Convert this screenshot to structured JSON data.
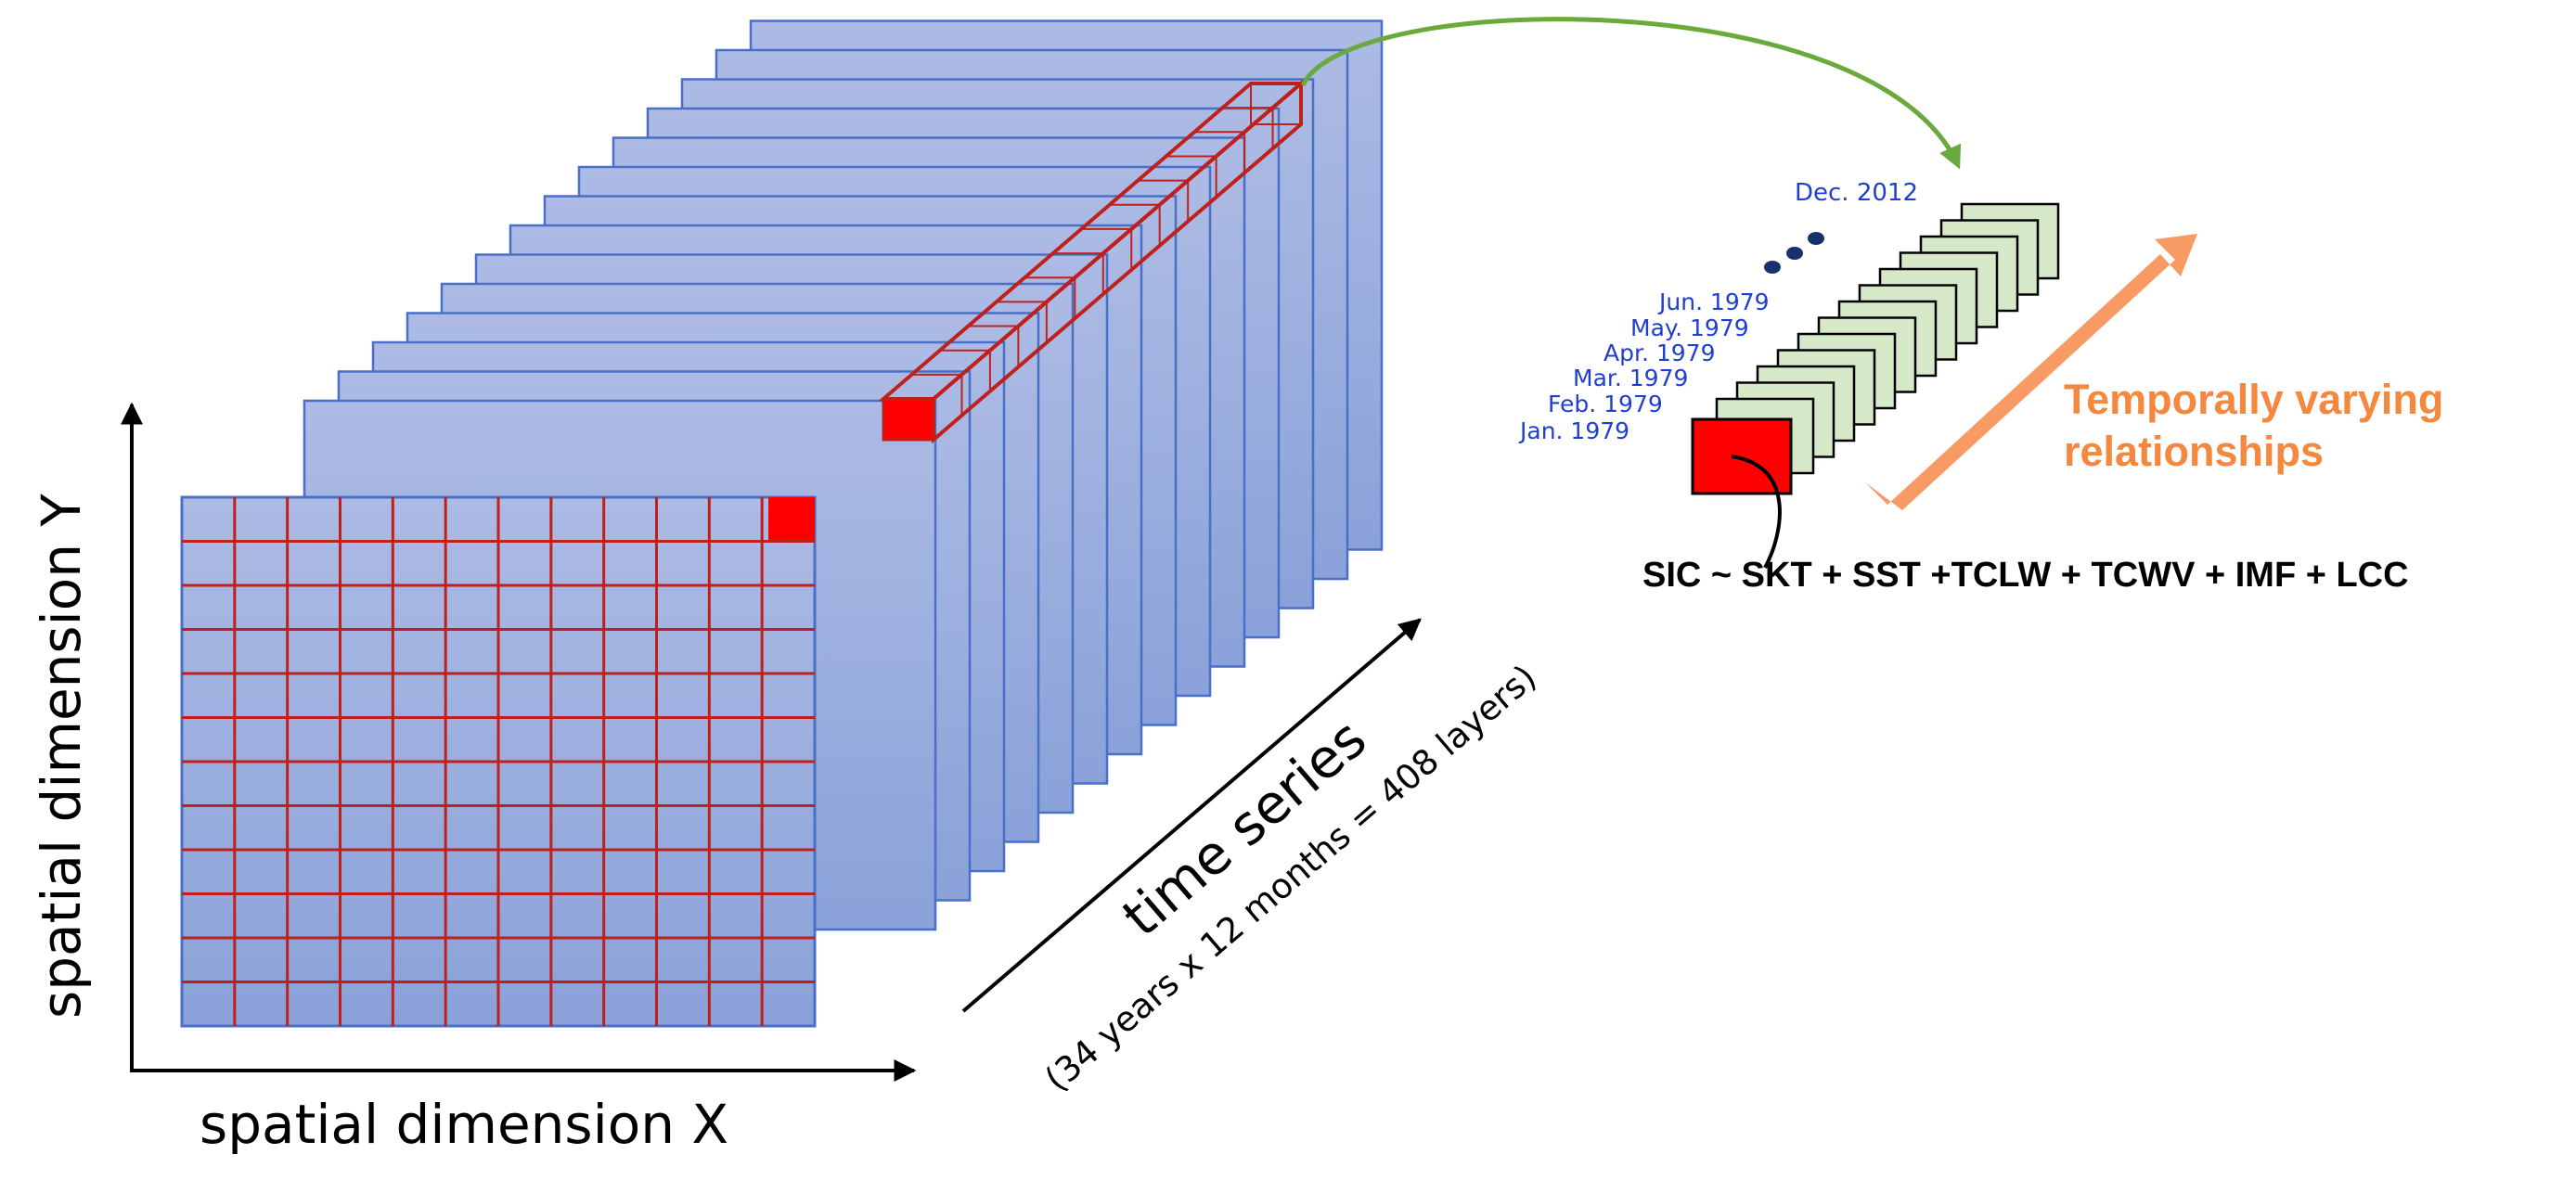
{
  "axes": {
    "x_label": "spatial dimension X",
    "y_label": "spatial dimension Y"
  },
  "time_axis": {
    "label": "time series",
    "sublabel": "(34 years x 12 months = 408 layers)"
  },
  "series_labels": {
    "last": "Dec. 2012",
    "months": [
      "Jun. 1979",
      "May. 1979",
      "Apr. 1979",
      "Mar. 1979",
      "Feb. 1979",
      "Jan. 1979"
    ]
  },
  "relationship_label": {
    "line1": "Temporally varying",
    "line2": "relationships"
  },
  "equation": "SIC ~ SKT + SST +TCLW + TCWV + IMF + LCC",
  "colors": {
    "layer_fill_top": "#a9b9e2",
    "layer_fill_bottom": "#8aa3da",
    "layer_stroke": "#4a6fc8",
    "grid_red": "#c0201c",
    "pixel_red": "#ff0000",
    "green_layer": "#d5e8c7",
    "green_arrow": "#6aaa3c",
    "orange": "#f79a63",
    "label_blue": "#1f3fd0",
    "dots": "#17306e"
  },
  "icons": {
    "arrow": "arrow-icon",
    "dots": "ellipsis-icon"
  }
}
